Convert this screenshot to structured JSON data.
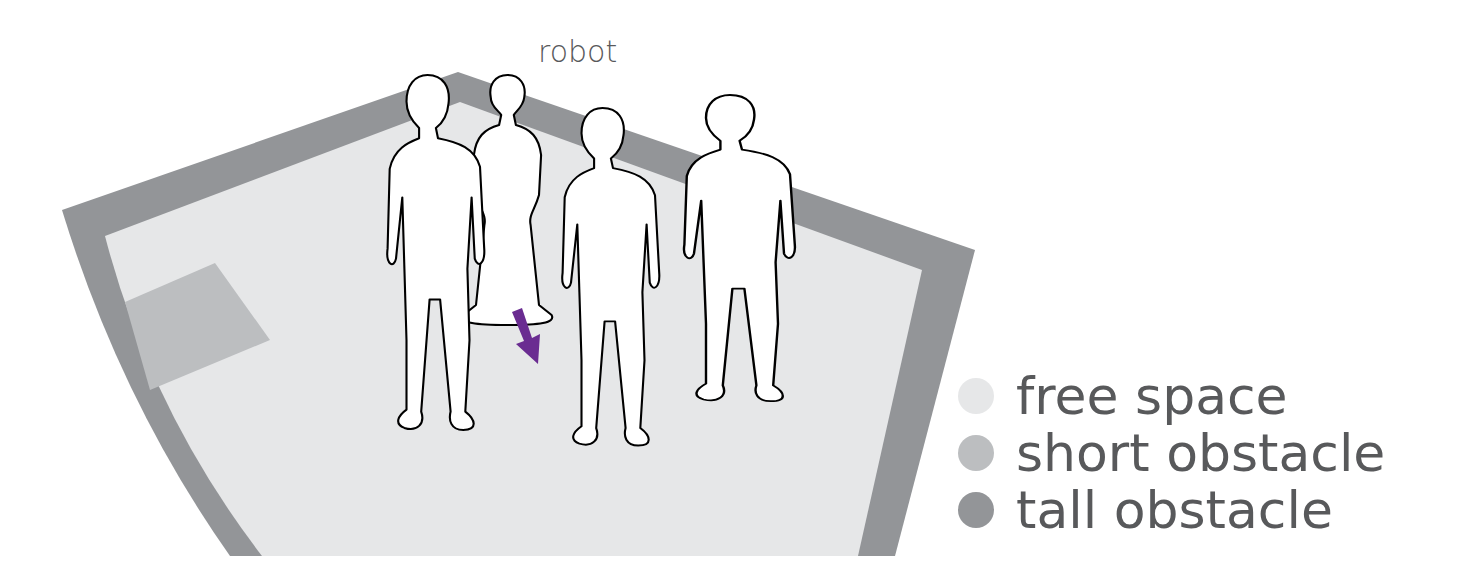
{
  "diagram": {
    "labels": [
      "robot"
    ],
    "legend": [
      {
        "text": "free space",
        "color": "#e6e7e8"
      },
      {
        "text": "short obstacle",
        "color": "#bcbec0"
      },
      {
        "text": "tall obstacle",
        "color": "#939598"
      }
    ]
  }
}
